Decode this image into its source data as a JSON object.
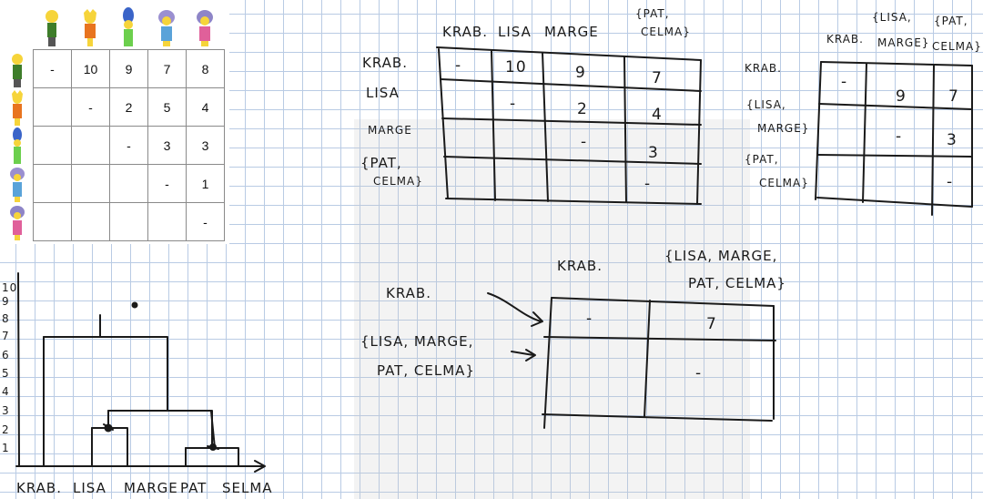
{
  "printed_matrix": {
    "characters": [
      "Krab",
      "Lisa",
      "Marge",
      "Pat",
      "Selma"
    ],
    "rows": [
      [
        "-",
        "10",
        "9",
        "7",
        "8"
      ],
      [
        "",
        "-",
        "2",
        "5",
        "4"
      ],
      [
        "",
        "",
        "-",
        "3",
        "3"
      ],
      [
        "",
        "",
        "",
        "-",
        "1"
      ],
      [
        "",
        "",
        "",
        "",
        "-"
      ]
    ]
  },
  "dendrogram": {
    "y_ticks": [
      "10",
      "9",
      "8",
      "7",
      "6",
      "5",
      "4",
      "3",
      "2",
      "1"
    ],
    "x_labels": [
      "KRAB.",
      "LISA",
      "MARGE",
      "PAT",
      "SELMA"
    ]
  },
  "matrix_step1": {
    "col_headers": [
      "KRAB.",
      "LISA",
      "MARGE",
      "{PAT,",
      "CELMA}"
    ],
    "row_headers": [
      "KRAB.",
      "LISA",
      "MARGE",
      "{PAT,",
      "CELMA}"
    ],
    "cells": [
      [
        "-",
        "10",
        "9",
        "7"
      ],
      [
        "",
        "-",
        "2",
        "4"
      ],
      [
        "",
        "",
        "-",
        "3"
      ],
      [
        "",
        "",
        "",
        "-"
      ]
    ]
  },
  "matrix_step2": {
    "col_headers": [
      "KRAB.",
      "{LISA,",
      "MARGE}",
      "{PAT,",
      "CELMA}"
    ],
    "row_headers": [
      "KRAB.",
      "{LISA,",
      "MARGE}",
      "{PAT,",
      "CELMA}"
    ],
    "cells": [
      [
        "-",
        "9",
        "7"
      ],
      [
        "",
        "-",
        "3"
      ],
      [
        "",
        "",
        "-"
      ]
    ]
  },
  "matrix_step3": {
    "col_headers": [
      "KRAB.",
      "{LISA, MARGE,",
      "PAT, CELMA}"
    ],
    "row_headers": [
      "KRAB.",
      "{LISA, MARGE,",
      "PAT, CELMA}"
    ],
    "cells": [
      [
        "-",
        "7"
      ],
      [
        "",
        "-"
      ]
    ]
  }
}
